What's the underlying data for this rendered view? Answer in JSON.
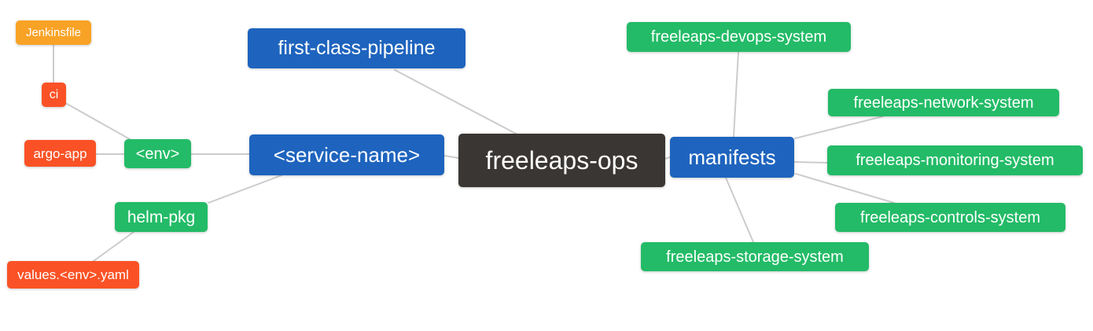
{
  "diagram": {
    "type": "mindmap",
    "root": "freeleaps-ops",
    "background": "#ffffff"
  },
  "colors": {
    "blue": "#1e64be",
    "green": "#23bb67",
    "red": "#fa5226",
    "amber": "#f9a326",
    "dark": "#3a3633",
    "edge": "#cccccc",
    "text": "#ffffff"
  },
  "nodes": [
    {
      "id": "jenkinsfile",
      "label": "Jenkinsfile",
      "color": "amber"
    },
    {
      "id": "ci",
      "label": "ci",
      "color": "red"
    },
    {
      "id": "argo-app",
      "label": "argo-app",
      "color": "red"
    },
    {
      "id": "env",
      "label": "<env>",
      "color": "green"
    },
    {
      "id": "helm-pkg",
      "label": "helm-pkg",
      "color": "green"
    },
    {
      "id": "values-env-yaml",
      "label": "values.<env>.yaml",
      "color": "red"
    },
    {
      "id": "first-class-pipeline",
      "label": "first-class-pipeline",
      "color": "blue"
    },
    {
      "id": "service-name",
      "label": "<service-name>",
      "color": "blue"
    },
    {
      "id": "freeleaps-ops",
      "label": "freeleaps-ops",
      "color": "dark"
    },
    {
      "id": "manifests",
      "label": "manifests",
      "color": "blue"
    },
    {
      "id": "freeleaps-devops-system",
      "label": "freeleaps-devops-system",
      "color": "green"
    },
    {
      "id": "freeleaps-network-system",
      "label": "freeleaps-network-system",
      "color": "green"
    },
    {
      "id": "freeleaps-monitoring-system",
      "label": "freeleaps-monitoring-system",
      "color": "green"
    },
    {
      "id": "freeleaps-controls-system",
      "label": "freeleaps-controls-system",
      "color": "green"
    },
    {
      "id": "freeleaps-storage-system",
      "label": "freeleaps-storage-system",
      "color": "green"
    }
  ],
  "edges": [
    {
      "from": "Jenkinsfile",
      "to": "ci"
    },
    {
      "from": "ci",
      "to": "<env>"
    },
    {
      "from": "argo-app",
      "to": "<env>"
    },
    {
      "from": "<env>",
      "to": "<service-name>"
    },
    {
      "from": "helm-pkg",
      "to": "<service-name>"
    },
    {
      "from": "values.<env>.yaml",
      "to": "helm-pkg"
    },
    {
      "from": "first-class-pipeline",
      "to": "freeleaps-ops"
    },
    {
      "from": "<service-name>",
      "to": "freeleaps-ops"
    },
    {
      "from": "freeleaps-ops",
      "to": "manifests"
    },
    {
      "from": "manifests",
      "to": "freeleaps-devops-system"
    },
    {
      "from": "manifests",
      "to": "freeleaps-network-system"
    },
    {
      "from": "manifests",
      "to": "freeleaps-monitoring-system"
    },
    {
      "from": "manifests",
      "to": "freeleaps-controls-system"
    },
    {
      "from": "manifests",
      "to": "freeleaps-storage-system"
    }
  ]
}
